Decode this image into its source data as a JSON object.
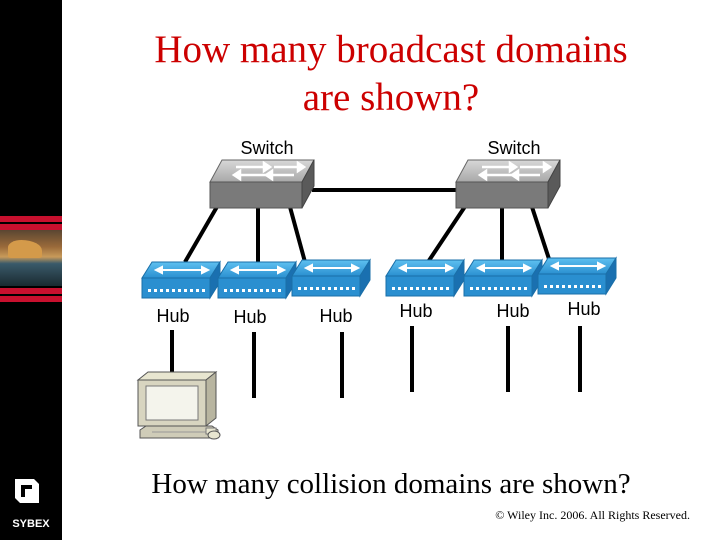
{
  "title": {
    "line1": "How many broadcast domains",
    "line2": "are shown?"
  },
  "question": "How many collision domains are shown?",
  "copyright": "© Wiley Inc. 2006. All Rights Reserved.",
  "logo_text": "SYBEX",
  "diagram": {
    "switch_label": "Switch",
    "hub_label": "Hub"
  },
  "colors": {
    "title": "#cc0000",
    "hub": "#2a8fd0",
    "switch": "#8a8a8a",
    "sidebar": "#000000",
    "accent_red": "#c8102e"
  }
}
